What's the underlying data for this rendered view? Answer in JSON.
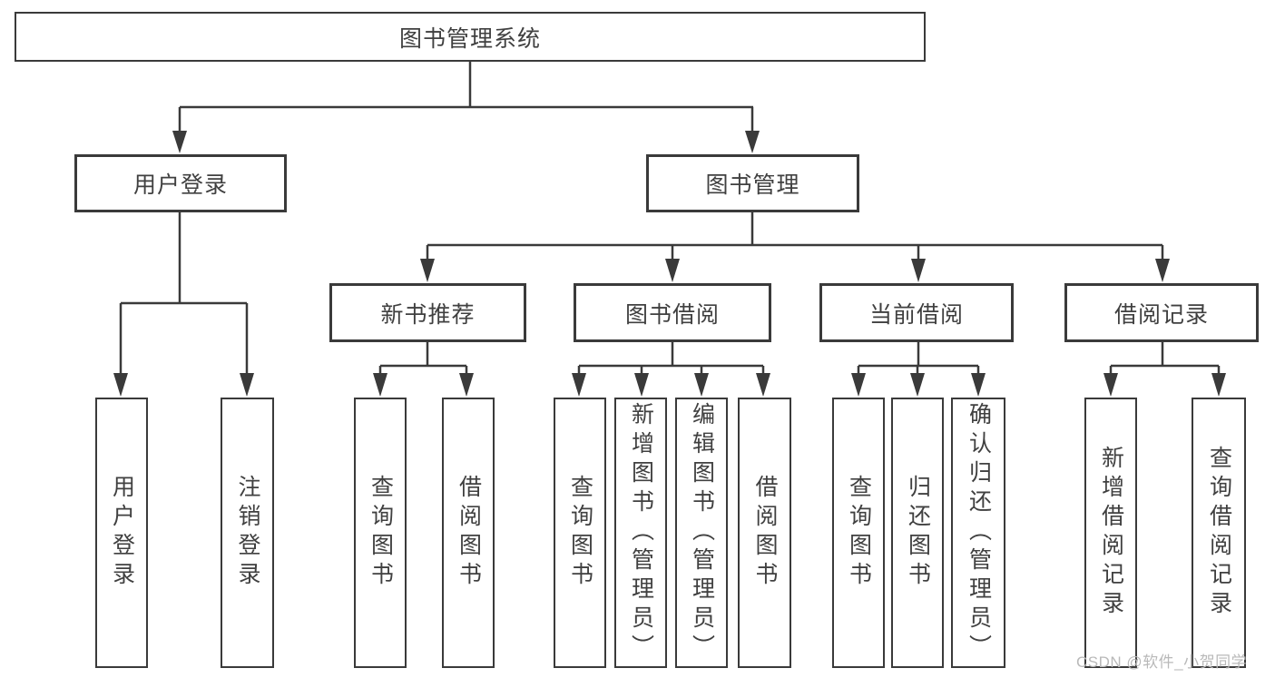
{
  "colors": {
    "line": "#3a3a3a",
    "box_border": "#3a3a3a",
    "label_text": "#404040",
    "watermark_text": "#b9b9b9",
    "background": "#ffffff"
  },
  "tree": {
    "root": {
      "label": "图书管理系统"
    },
    "branches": [
      {
        "label": "用户登录",
        "children": [
          {
            "label": "用户登录"
          },
          {
            "label": "注销登录"
          }
        ]
      },
      {
        "label": "图书管理",
        "sections": [
          {
            "label": "新书推荐",
            "children": [
              {
                "label": "查询图书"
              },
              {
                "label": "借阅图书"
              }
            ]
          },
          {
            "label": "图书借阅",
            "children": [
              {
                "label": "查询图书"
              },
              {
                "label": "新增图书（管理员）"
              },
              {
                "label": "编辑图书（管理员）"
              },
              {
                "label": "借阅图书"
              }
            ]
          },
          {
            "label": "当前借阅",
            "children": [
              {
                "label": "查询图书"
              },
              {
                "label": "归还图书"
              },
              {
                "label": "确认归还（管理员）"
              }
            ]
          },
          {
            "label": "借阅记录",
            "children": [
              {
                "label": "新增借阅记录"
              },
              {
                "label": "查询借阅记录"
              }
            ]
          }
        ]
      }
    ]
  },
  "watermark": {
    "text": "CSDN @软件_小贺同学"
  }
}
